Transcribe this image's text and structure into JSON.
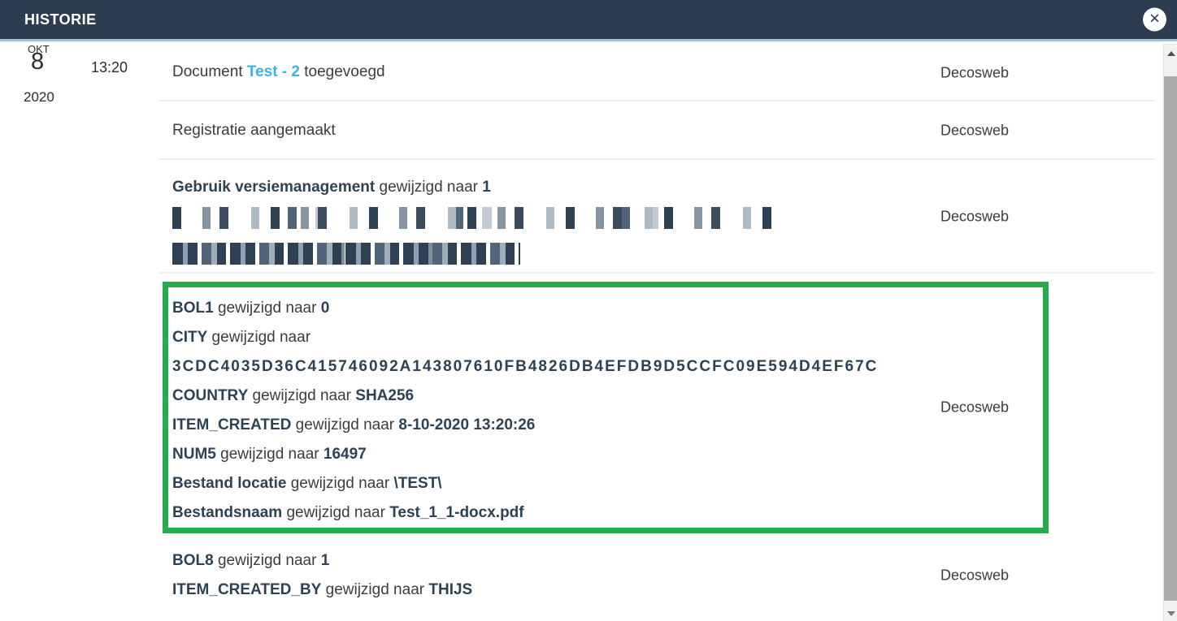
{
  "header": {
    "title": "HISTORIE",
    "close_icon": "✕"
  },
  "date_group": {
    "month": "OKT",
    "day": "8",
    "year": "2020"
  },
  "time": "13:20",
  "colors": {
    "header_bg": "#2d3c4f",
    "header_underline": "#9fc3d2",
    "link_blue": "#3bb3e7",
    "field_name_navy": "#2d4254",
    "highlight_green": "#25ac4c",
    "body_text": "#3c3c3c"
  },
  "entries": [
    {
      "source": "Decosweb",
      "highlighted": false,
      "lines": [
        {
          "segments": [
            {
              "text": "Document ",
              "style": "normal"
            },
            {
              "text": "Test - 2",
              "style": "link"
            },
            {
              "text": " toegevoegd",
              "style": "normal"
            }
          ]
        }
      ]
    },
    {
      "source": "Decosweb",
      "highlighted": false,
      "lines": [
        {
          "segments": [
            {
              "text": "Registratie aangemaakt",
              "style": "normal"
            }
          ]
        }
      ]
    },
    {
      "source": "Decosweb",
      "highlighted": false,
      "lines": [
        {
          "segments": [
            {
              "text": "Gebruik versiemanagement",
              "style": "bold"
            },
            {
              "text": " gewijzigd naar ",
              "style": "normal"
            },
            {
              "text": "1",
              "style": "bold"
            }
          ]
        },
        {
          "redacted": true,
          "variant": 1
        },
        {
          "redacted": true,
          "variant": 2
        }
      ]
    },
    {
      "source": "Decosweb",
      "highlighted": true,
      "lines": [
        {
          "segments": [
            {
              "text": "BOL1",
              "style": "bold"
            },
            {
              "text": " gewijzigd naar ",
              "style": "normal"
            },
            {
              "text": "0",
              "style": "bold"
            }
          ]
        },
        {
          "segments": [
            {
              "text": "CITY",
              "style": "bold"
            },
            {
              "text": " gewijzigd naar",
              "style": "normal"
            }
          ]
        },
        {
          "wide": true,
          "segments": [
            {
              "text": "3CDC4035D36C415746092A143807610FB4826DB4EFDB9D5CCFC09E594D4EF67C",
              "style": "bold"
            }
          ]
        },
        {
          "segments": [
            {
              "text": "COUNTRY",
              "style": "bold"
            },
            {
              "text": " gewijzigd naar ",
              "style": "normal"
            },
            {
              "text": "SHA256",
              "style": "bold"
            }
          ]
        },
        {
          "segments": [
            {
              "text": "ITEM_CREATED",
              "style": "bold"
            },
            {
              "text": " gewijzigd naar ",
              "style": "normal"
            },
            {
              "text": "8-10-2020 13:20:26",
              "style": "bold"
            }
          ]
        },
        {
          "segments": [
            {
              "text": "NUM5",
              "style": "bold"
            },
            {
              "text": " gewijzigd naar ",
              "style": "normal"
            },
            {
              "text": "16497",
              "style": "bold"
            }
          ]
        },
        {
          "segments": [
            {
              "text": "Bestand locatie",
              "style": "bold"
            },
            {
              "text": " gewijzigd naar ",
              "style": "normal"
            },
            {
              "text": "\\TEST\\",
              "style": "bold"
            }
          ]
        },
        {
          "segments": [
            {
              "text": "Bestandsnaam",
              "style": "bold"
            },
            {
              "text": " gewijzigd naar ",
              "style": "normal"
            },
            {
              "text": "Test_1_1-docx.pdf",
              "style": "bold"
            }
          ]
        }
      ]
    },
    {
      "source": "Decosweb",
      "highlighted": false,
      "lines": [
        {
          "segments": [
            {
              "text": "BOL8",
              "style": "bold"
            },
            {
              "text": " gewijzigd naar ",
              "style": "normal"
            },
            {
              "text": "1",
              "style": "bold"
            }
          ]
        },
        {
          "segments": [
            {
              "text": "ITEM_CREATED_BY",
              "style": "bold"
            },
            {
              "text": " gewijzigd naar ",
              "style": "normal"
            },
            {
              "text": "THIJS",
              "style": "bold"
            }
          ]
        }
      ]
    }
  ]
}
